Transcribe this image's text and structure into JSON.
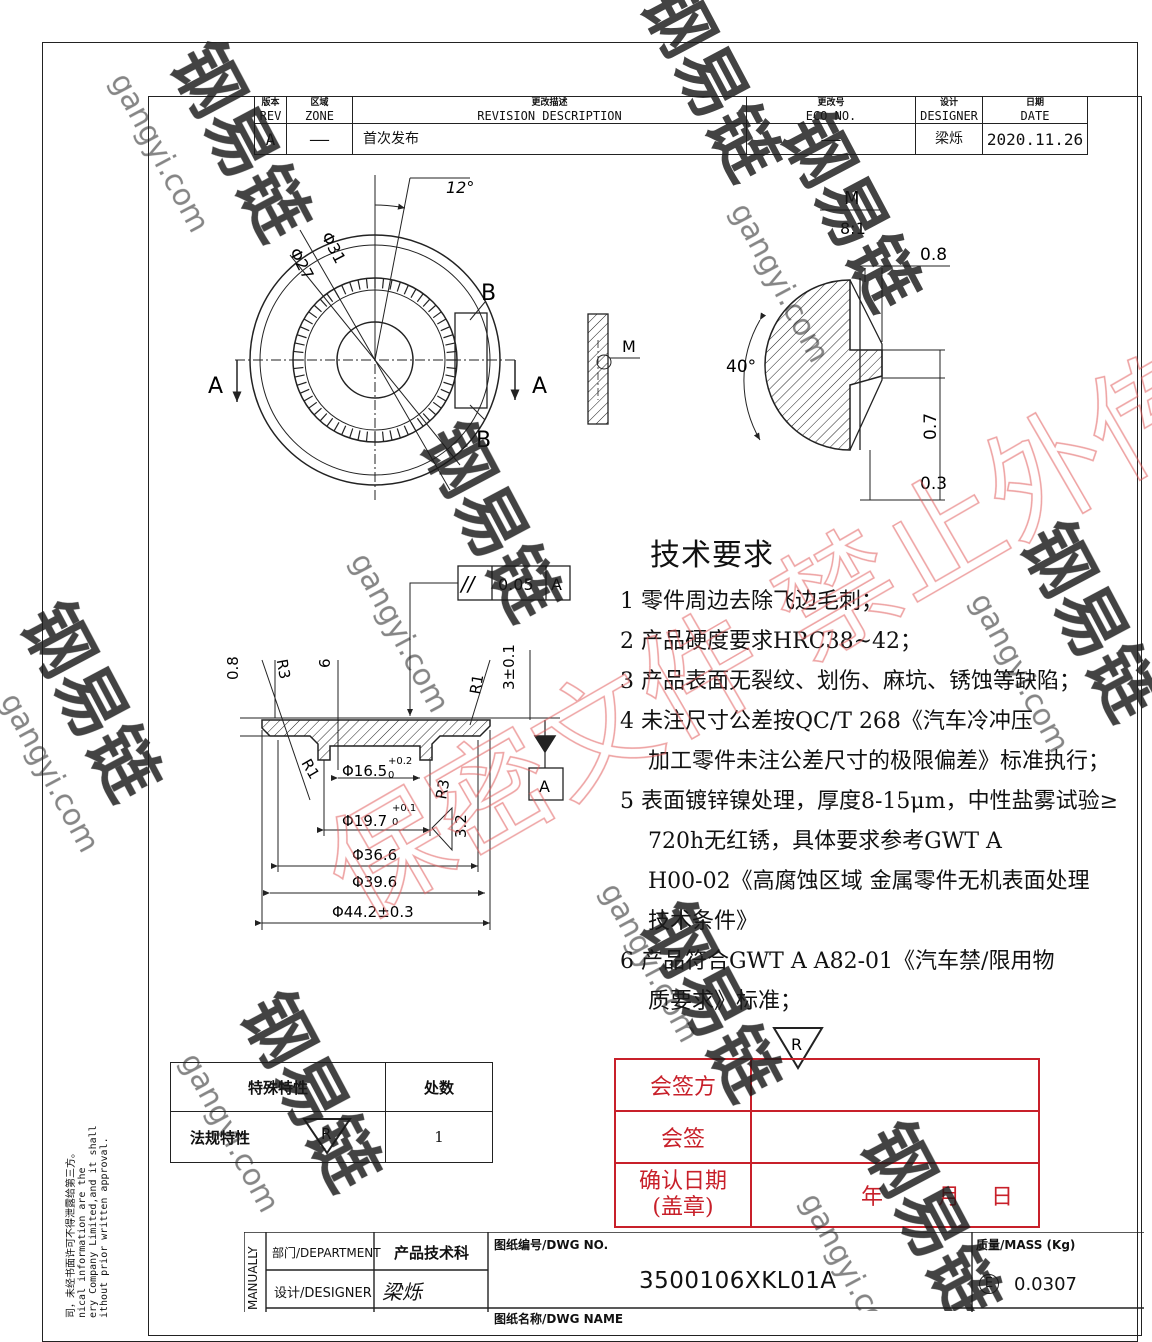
{
  "revision_table": {
    "headers": [
      {
        "zh": "版本",
        "en": "REV"
      },
      {
        "zh": "区域",
        "en": "ZONE"
      },
      {
        "zh": "更改描述",
        "en": "REVISION DESCRIPTION"
      },
      {
        "zh": "更改号",
        "en": "ECO NO."
      },
      {
        "zh": "设计",
        "en": "DESIGNER"
      },
      {
        "zh": "日期",
        "en": "DATE"
      }
    ],
    "row": {
      "rev": "A",
      "zone": "——",
      "description": "首次发布",
      "eco": "——",
      "designer": "梁烁",
      "date": "2020.11.26"
    }
  },
  "views": {
    "top": {
      "angle": "12°",
      "d_outer": "Φ31",
      "d_inner": "Φ27",
      "section_a": "A",
      "section_b": "B"
    },
    "detail": {
      "label": "M",
      "scale": "8:1",
      "angle": "40°",
      "dim_top": "0.8",
      "dim_mid": "0.7",
      "dim_bot": "0.3"
    },
    "side": {
      "label": "M"
    },
    "section": {
      "parallelism_symbol": "//",
      "parallelism_value": "0.05",
      "parallelism_datum": "A",
      "datum": "A",
      "dim_08": "0.8",
      "r3_left": "R3",
      "dim_6": "6",
      "r1_right": "R1",
      "dim_3": "3±0.1",
      "r1_left": "R1",
      "d165": "Φ16.5",
      "d165_tol_upper": "+0.2",
      "d165_tol_lower": "0",
      "r3_mid": "R3",
      "dim_32": "3.2",
      "d197": "Φ19.7",
      "d197_tol_upper": "+0.1",
      "d197_tol_lower": "0",
      "d366": "Φ36.6",
      "d396": "Φ39.6",
      "d442": "Φ44.2±0.3"
    }
  },
  "tech_requirements": {
    "title": "技术要求",
    "items": [
      {
        "lines": [
          "1 零件周边去除飞边毛刺；"
        ]
      },
      {
        "lines": [
          "2 产品硬度要求HRC38~42；"
        ]
      },
      {
        "lines": [
          "3 产品表面无裂纹、划伤、麻坑、锈蚀等缺陷；"
        ]
      },
      {
        "lines": [
          "4 未注尺寸公差按QC/T 268《汽车冷冲压",
          "加工零件未注公差尺寸的极限偏差》标准执行；"
        ]
      },
      {
        "lines": [
          "5 表面镀锌镍处理，厚度8-15μm，中性盐雾试验≥",
          "720h无红锈，具体要求参考GWT A",
          "H00-02《高腐蚀区域 金属零件无机表面处理",
          "技术条件》"
        ]
      },
      {
        "lines": [
          "6 产品符合GWT A A82-01《汽车禁/限用物",
          "质要求》标准；"
        ]
      }
    ],
    "marker": "R"
  },
  "special_table": {
    "header_name": "特殊特性",
    "header_count": "处数",
    "row_name": "法规特性",
    "row_symbol": "R",
    "row_count": "1"
  },
  "signoff_table": {
    "row1": "会签方",
    "row2": "会签",
    "row3_line1": "确认日期",
    "row3_line2": "(盖章)",
    "year": "年",
    "month": "月",
    "day": "日"
  },
  "title_block": {
    "manually": "MANUALLY",
    "dept_label": "部门/DEPARTMENT",
    "dept_value": "产品技术科",
    "designer_label": "设计/DESIGNER",
    "designer_signature": "梁烁",
    "dwg_label": "图纸编号/DWG NO.",
    "dwg_no": "3500106XKL01A",
    "mass_label": "质量/MASS (Kg)",
    "mass_symbol": "E",
    "mass_value": "0.0307",
    "dwg_name_label": "图纸名称/DWG NAME"
  },
  "side_notice": [
    "司，未经书面许可不得泄露给第三方。",
    "nical information are the",
    "ery Company Limited,and it shall",
    "ithout prior written approval."
  ],
  "watermark": {
    "brand": "钢易链",
    "domain": "gangyi.com",
    "red_text": "保密文件 禁止外传"
  }
}
